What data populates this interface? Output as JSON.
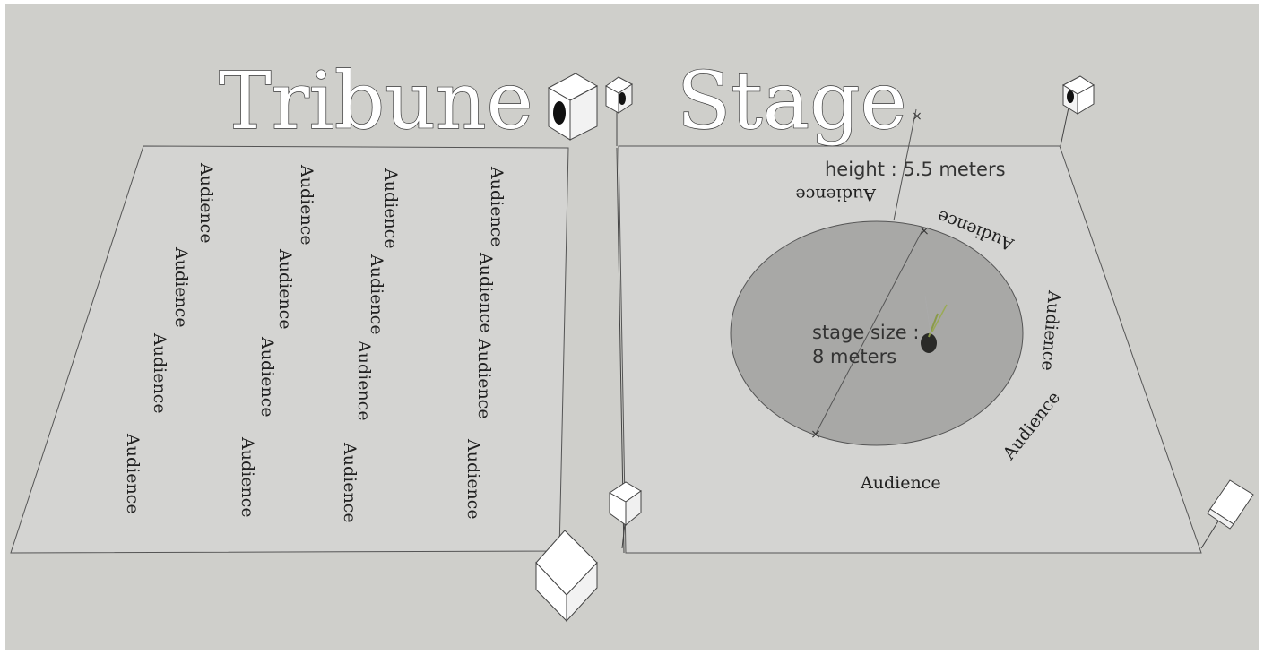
{
  "titles": {
    "tribune": "Tribune",
    "stage": "Stage"
  },
  "labels": {
    "audience": "Audience",
    "height": "height : 5.5 meters",
    "stage_size_line1": "stage size :",
    "stage_size_line2": "8 meters"
  },
  "colors": {
    "background": "#cfcfcb",
    "floor": "#d2d2d0",
    "stage": "#a6a6a4",
    "speaker": "#ffffff"
  }
}
